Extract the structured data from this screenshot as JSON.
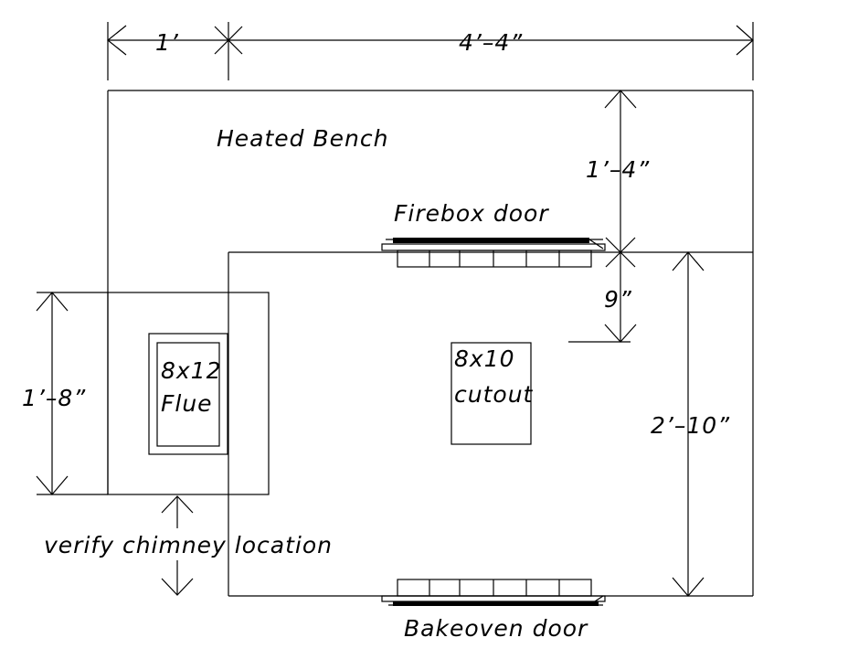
{
  "dimensions": {
    "top_left": "1’",
    "top_right": "4’–4”",
    "right_upper": "1’–4”",
    "right_gap": "9”",
    "right_lower": "2’–10”",
    "left": "1’–8”"
  },
  "labels": {
    "heated_bench": "Heated Bench",
    "firebox_door": "Firebox door",
    "bakeoven_door": "Bakeoven door",
    "flue_line1": "8x12",
    "flue_line2": "Flue",
    "cutout_line1": "8x10",
    "cutout_line2": "cutout",
    "chimney_note": "verify chimney location"
  }
}
